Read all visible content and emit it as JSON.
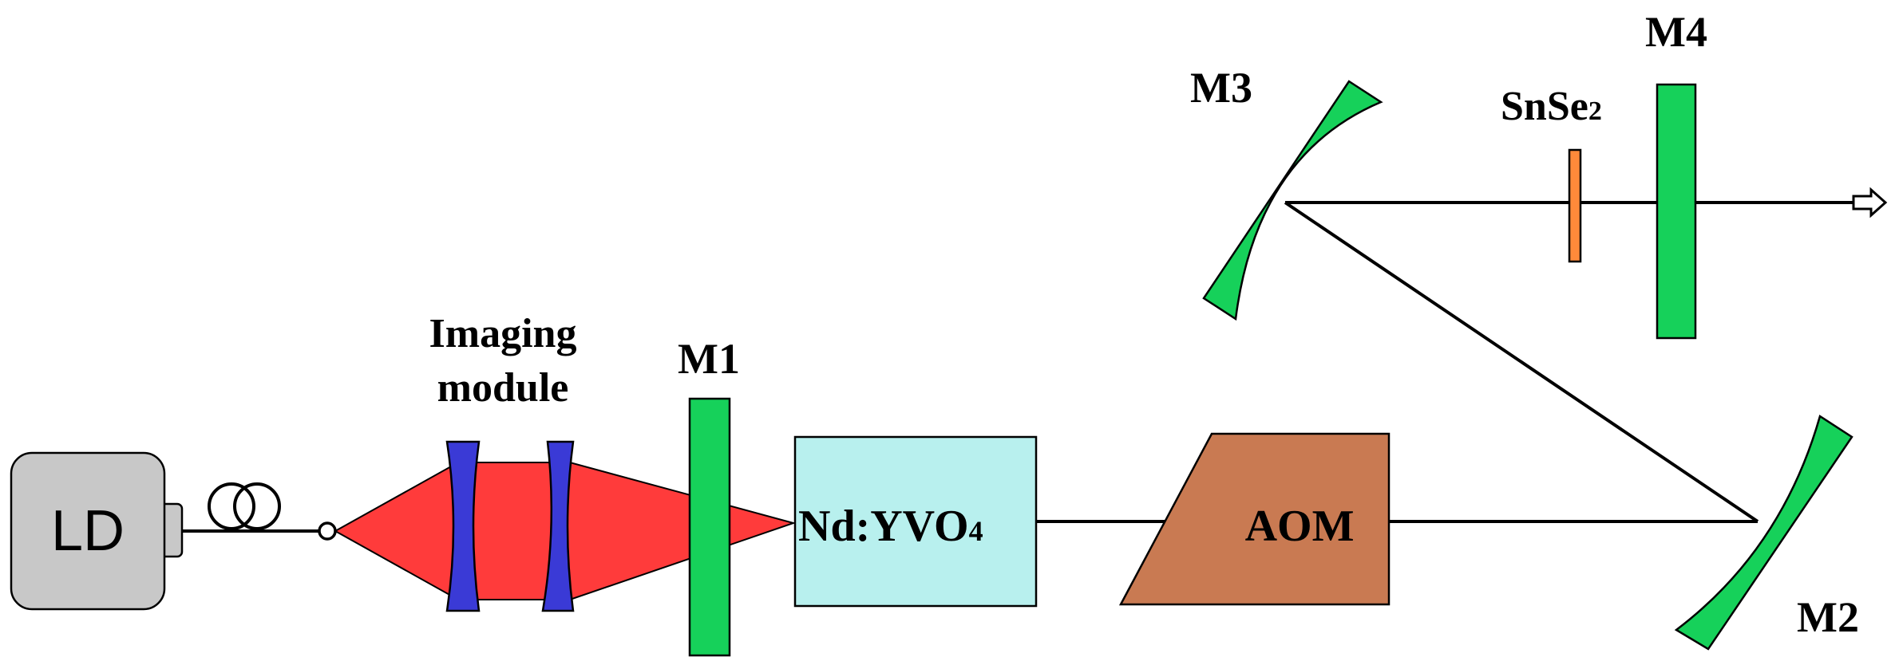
{
  "labels": {
    "ld": "LD",
    "imaging_line1": "Imaging",
    "imaging_line2": "module",
    "m1": "M1",
    "crystal_main": "Nd:YVO",
    "crystal_sub": "4",
    "aom": "AOM",
    "m2": "M2",
    "m3": "M3",
    "m4": "M4",
    "sa_main": "SnSe",
    "sa_sub": "2"
  },
  "colors": {
    "ld_body": "#c8c8c8",
    "pump_beam": "#ff3b3b",
    "lens": "#3a3ad6",
    "mirror": "#16d15a",
    "crystal": "#b8f0ee",
    "aom": "#c97a52",
    "saturable_absorber": "#ff8a3a",
    "beam_line": "#000000"
  },
  "icons": {
    "fiber_coil": "fiber-coil-icon",
    "output_arrow": "output-arrow-icon"
  }
}
